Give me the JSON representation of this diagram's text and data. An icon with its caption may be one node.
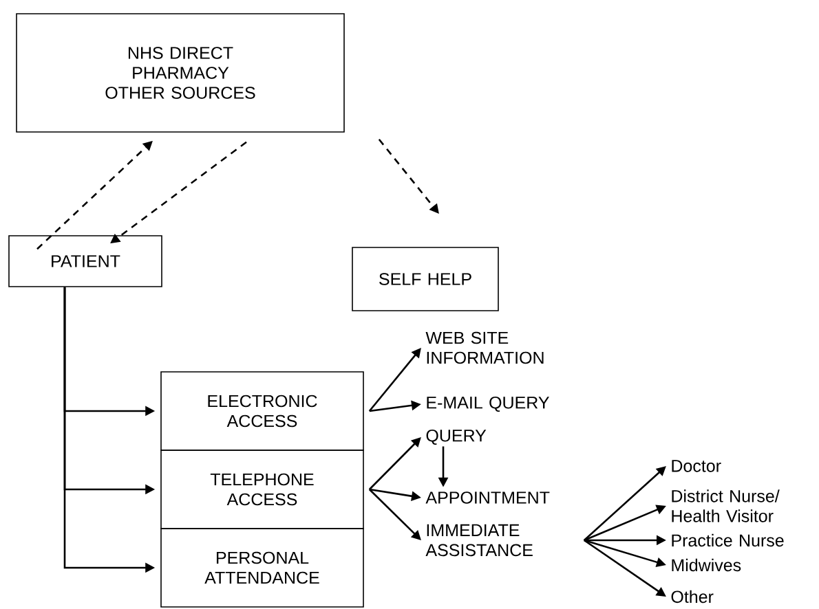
{
  "diagram": {
    "nodes": [
      {
        "text": [
          "NHS DIRECT PHARMACY OTHER SOURCES"
        ]
      },
      {
        "text": [
          "PATIENT"
        ]
      },
      {
        "text": [
          "SELF HELP"
        ]
      },
      {
        "text": [
          "ELECTRONIC ACCESS"
        ]
      },
      {
        "text": [
          "TELEPHONE ACCESS"
        ]
      },
      {
        "text": [
          "PERSONAL ATTENDANCE"
        ]
      },
      {
        "text": [
          "WEB SITE INFORMATION"
        ]
      },
      {
        "text": [
          "E-MAIL QUERY"
        ]
      },
      {
        "text": [
          "QUERY"
        ]
      },
      {
        "text": [
          "APPOINTMENT"
        ]
      },
      {
        "text": [
          "IMMEDIATE ASSISTANCE"
        ]
      },
      {
        "text": [
          "Doctor"
        ]
      },
      {
        "text": [
          "District Nurse/ Health Visitor"
        ]
      },
      {
        "text": [
          "Practice Nurse"
        ]
      },
      {
        "text": [
          "Midwives"
        ]
      },
      {
        "text": [
          "Other"
        ]
      }
    ],
    "edges": [
      {
        "from": 1,
        "to": 0,
        "arrow": "to",
        "style": "dashed"
      },
      {
        "from": 0,
        "to": 1,
        "arrow": "to",
        "style": "dashed"
      },
      {
        "from": 0,
        "to": 2,
        "arrow": "to",
        "style": "dashed"
      },
      {
        "from": 1,
        "to": 3,
        "arrow": "to"
      },
      {
        "from": 1,
        "to": 4,
        "arrow": "to"
      },
      {
        "from": 1,
        "to": 5,
        "arrow": "to"
      },
      {
        "from": 3,
        "to": 6,
        "arrow": "to"
      },
      {
        "from": 3,
        "to": 7,
        "arrow": "to"
      },
      {
        "from": 4,
        "to": 8,
        "arrow": "to"
      },
      {
        "from": 4,
        "to": 9,
        "arrow": "to"
      },
      {
        "from": 4,
        "to": 10,
        "arrow": "to"
      },
      {
        "from": 8,
        "to": 9,
        "arrow": "to"
      },
      {
        "from": 10,
        "to": 11,
        "arrow": "to"
      },
      {
        "from": 10,
        "to": 12,
        "arrow": "to"
      },
      {
        "from": 10,
        "to": 13,
        "arrow": "to"
      },
      {
        "from": 10,
        "to": 14,
        "arrow": "to"
      },
      {
        "from": 10,
        "to": 15,
        "arrow": "to"
      }
    ]
  }
}
